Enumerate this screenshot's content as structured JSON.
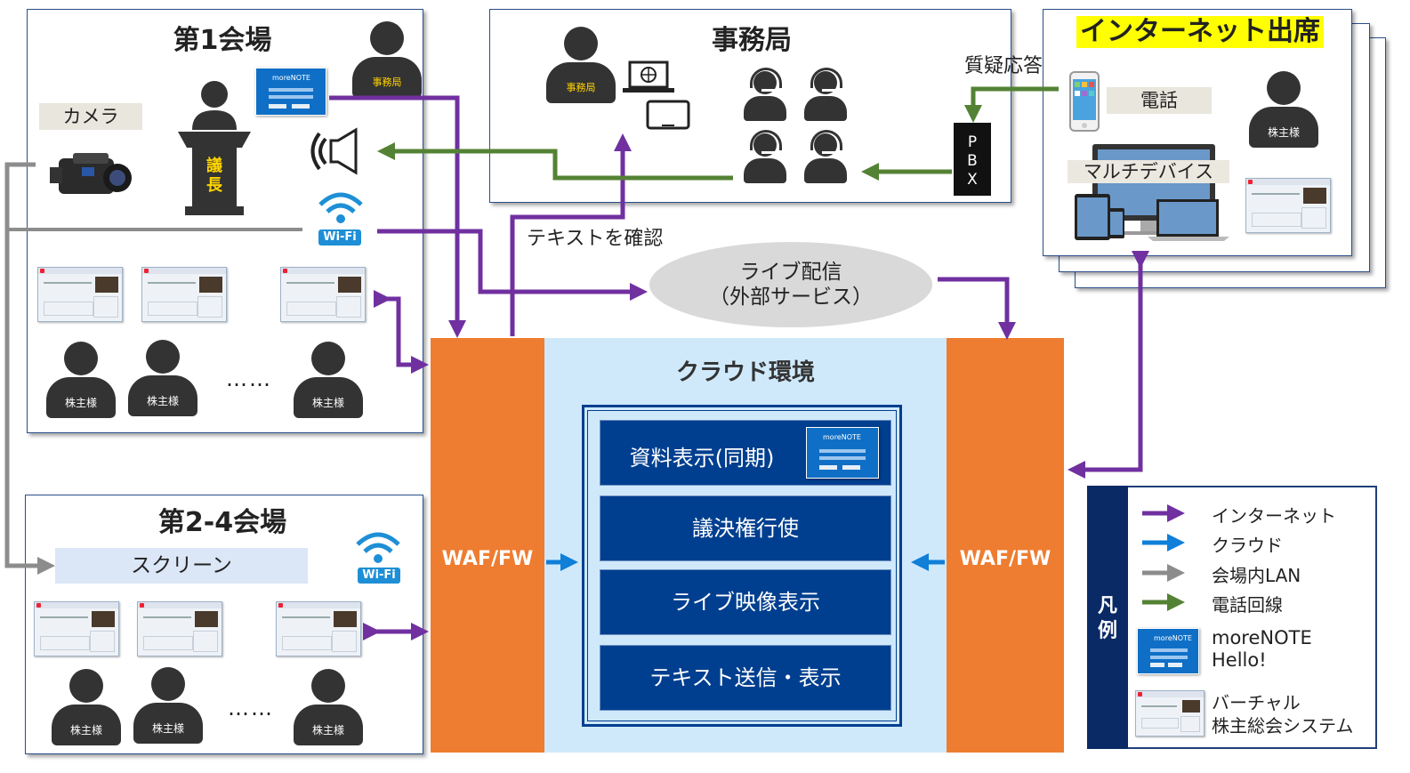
{
  "venue1": {
    "title": "第1会場",
    "camera": "カメラ",
    "chair": "議長",
    "office_badge": "事務局"
  },
  "secretariat": {
    "title": "事務局",
    "badge": "事務局",
    "check_text": "テキストを確認"
  },
  "internet_attendance": {
    "title": "インターネット出席",
    "phone": "電話",
    "multi_device": "マルチデバイス",
    "shareholder": "株主様",
    "qa": "質疑応答"
  },
  "pbx": {
    "label": "PBX"
  },
  "live": {
    "line1": "ライブ配信",
    "line2": "（外部サービス）"
  },
  "cloud": {
    "title": "クラウド環境",
    "waf_left": "WAF/FW",
    "waf_right": "WAF/FW",
    "functions": [
      "資料表示(同期)",
      "議決権行使",
      "ライブ映像表示",
      "テキスト送信・表示"
    ]
  },
  "venue2": {
    "title": "第2-4会場",
    "screen": "スクリーン"
  },
  "shareholders": {
    "label": "株主様",
    "ellipsis": "……"
  },
  "wifi_label": "Wi-Fi",
  "morenote_brand": "moreNOTE",
  "legend": {
    "title": "凡例",
    "items": [
      "インターネット",
      "クラウド",
      "会場内LAN",
      "電話回線"
    ],
    "morenote": [
      "moreNOTE",
      "Hello!"
    ],
    "virtual": [
      "バーチャル",
      "株主総会システム"
    ]
  },
  "colors": {
    "internet": "#7030a0",
    "cloud": "#0f7fd8",
    "lan": "#8c8c8c",
    "phone": "#548235",
    "waf": "#ee7d31",
    "cloud_bg": "#cfe9fb",
    "func": "#003f8f"
  }
}
